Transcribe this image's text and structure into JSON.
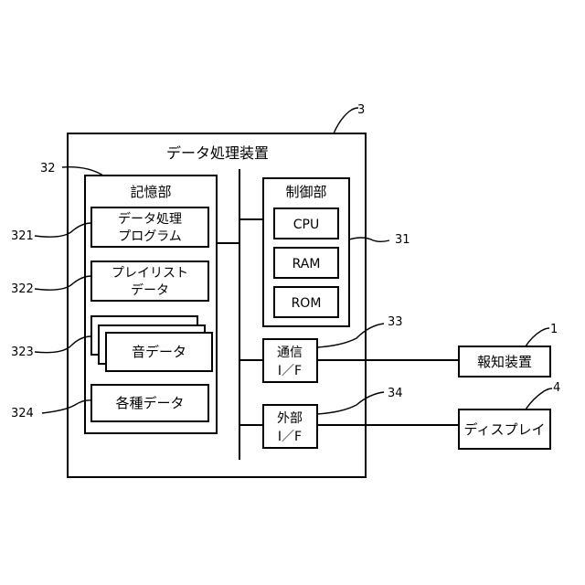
{
  "device": {
    "title": "データ処理装置",
    "ref": "3"
  },
  "storage": {
    "title": "記憶部",
    "ref": "32"
  },
  "program": {
    "line1": "データ処理",
    "line2": "プログラム",
    "ref": "321"
  },
  "playlist": {
    "line1": "プレイリスト",
    "line2": "データ",
    "ref": "322"
  },
  "sound": {
    "label": "音データ",
    "ref": "323"
  },
  "various": {
    "label": "各種データ",
    "ref": "324"
  },
  "control": {
    "title": "制御部",
    "ref": "31",
    "cpu": "CPU",
    "ram": "RAM",
    "rom": "ROM"
  },
  "comm_if": {
    "line1": "通信",
    "line2": "I／F",
    "ref": "33"
  },
  "ext_if": {
    "line1": "外部",
    "line2": "I／F",
    "ref": "34"
  },
  "notify": {
    "label": "報知装置",
    "ref": "1"
  },
  "display": {
    "label": "ディスプレイ",
    "ref": "4"
  }
}
